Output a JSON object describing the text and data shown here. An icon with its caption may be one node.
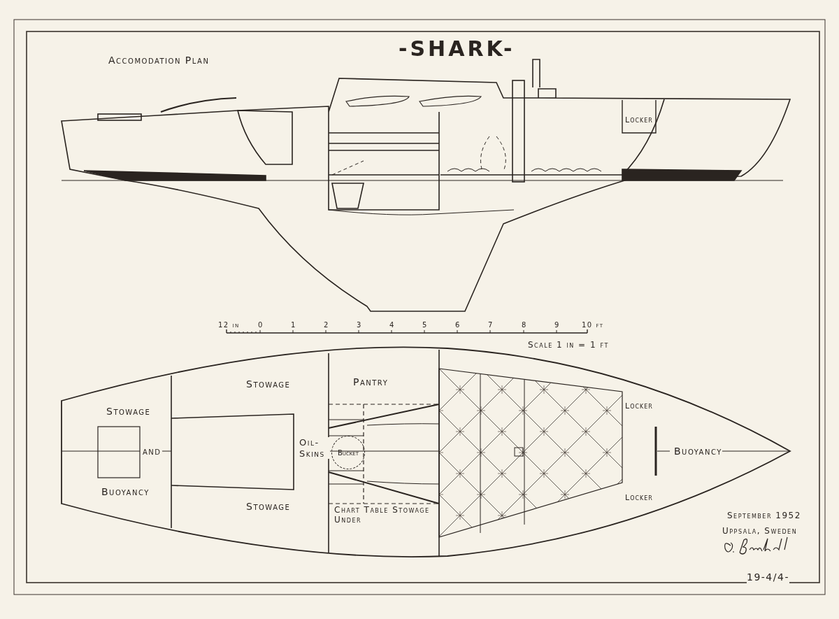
{
  "diagram": {
    "title": "-SHARK-",
    "nodes": [
      {
        "text": [
          "Locker"
        ]
      },
      {
        "text": [
          "Locker"
        ]
      },
      {
        "text": [
          "Bucket"
        ]
      },
      {
        "text": [
          "Locker"
        ]
      }
    ],
    "labels": [
      "Accomodation Plan",
      "12 in",
      "0",
      "1",
      "2",
      "3",
      "4",
      "5",
      "6",
      "7",
      "8",
      "9",
      "10 ft",
      "Scale 1 in = 1 ft",
      "Stowage",
      "Pantry",
      "Stowage",
      "Oil- Skins",
      "and",
      "Buoyancy",
      "Buoyancy",
      "Stowage",
      "Chart Table Stowage Under",
      "September 1952",
      "Uppsala, Sweden",
      "19-4/4-"
    ]
  }
}
